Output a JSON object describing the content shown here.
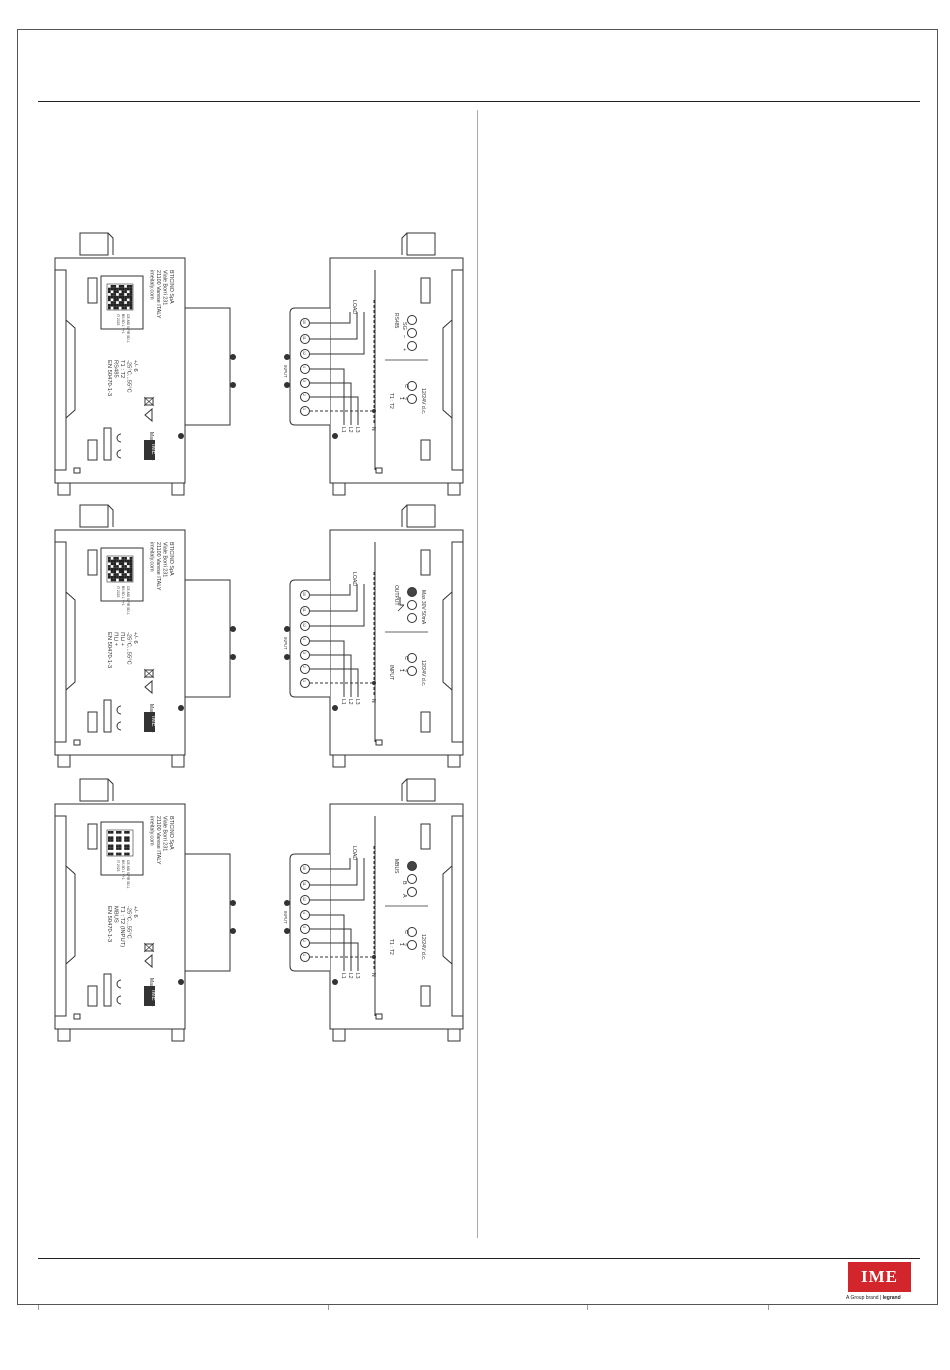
{
  "brand": {
    "logo_text": "IME",
    "tagline_prefix": "A Group brand",
    "tagline_brand": "legrand"
  },
  "devices": [
    {
      "id": "rs485",
      "front": {
        "company": [
          "BTICINO SpA",
          "Viale Borri 231",
          "21100 Varese ITALY",
          "imeitaly.com"
        ],
        "qr_side": [
          "CE-MD 5/F/R 5D.1",
          "BS 5D.1 Y+1",
          "IT 2023"
        ],
        "specs": [
          "+/- 6",
          "-25°C...55°C",
          "T1 : T2",
          "RS485",
          "EN 50470-1-3"
        ],
        "made_in": "Made in Italy",
        "badge": "IME"
      },
      "rear": {
        "load_label": "LOAD",
        "input_label": "INPUT",
        "terminals": [
          "10",
          "11",
          "12",
          "4",
          "3",
          "2",
          "1"
        ],
        "lines": [
          "L1",
          "L2",
          "L3",
          "N"
        ],
        "bus_title": "RS485",
        "bus_pins": [
          "SG",
          "–",
          "+"
        ],
        "tariff_title": "T1 : T2",
        "tariff_pins": [
          "C",
          "1",
          "2"
        ],
        "tariff_voltage": "12/24V d.c."
      }
    },
    {
      "id": "output",
      "front": {
        "company": [
          "BTICINO SpA",
          "Viale Borri 231",
          "21100 Varese ITALY",
          "imeitaly.com"
        ],
        "qr_side": [
          "CE-MD 5/F/R 5D.1",
          "BS 5D.1 Y+1",
          "IT 2023"
        ],
        "specs": [
          "+/- 6",
          "-25°C...55°C",
          "⊓⊔ + ",
          "⊓⊔ + ",
          "EN 50470-1-3"
        ],
        "made_in": "Made in Italy",
        "badge": "IME"
      },
      "rear": {
        "load_label": "LOAD",
        "input_label": "INPUT",
        "terminals": [
          "10",
          "11",
          "12",
          "4",
          "3",
          "2",
          "1"
        ],
        "lines": [
          "L1",
          "L2",
          "L3",
          "N"
        ],
        "bus_title": "OUTPUT",
        "bus_pins": [
          "",
          "",
          ""
        ],
        "bus_rating": "Max 30V 50mA",
        "tariff_title": "INPUT",
        "tariff_pins": [
          "C",
          "1",
          "2"
        ],
        "tariff_voltage": "12/24V d.c."
      }
    },
    {
      "id": "mbus",
      "front": {
        "company": [
          "BTICINO SpA",
          "Viale Borri 231",
          "21100 Varese ITALY",
          "imeitaly.com"
        ],
        "qr_side": [
          "CE-MD 5/F/R 5D.1",
          "BS 5D.1 Y+1",
          "IT 2023"
        ],
        "specs": [
          "+/- 6",
          "-25°C...55°C",
          "T1 : T2 (INPUT)",
          "MBUS",
          "EN 50470-1-3"
        ],
        "made_in": "Made in Italy",
        "badge": "IME"
      },
      "rear": {
        "load_label": "LOAD",
        "input_label": "INPUT",
        "terminals": [
          "10",
          "11",
          "12",
          "4",
          "3",
          "2",
          "1"
        ],
        "lines": [
          "L1",
          "L2",
          "L3",
          "N"
        ],
        "bus_title": "MBUS",
        "bus_pins": [
          "",
          "B",
          "A"
        ],
        "tariff_title": "T1 : T2",
        "tariff_pins": [
          "C",
          "1",
          "2"
        ],
        "tariff_voltage": "12/24V d.c."
      }
    }
  ]
}
